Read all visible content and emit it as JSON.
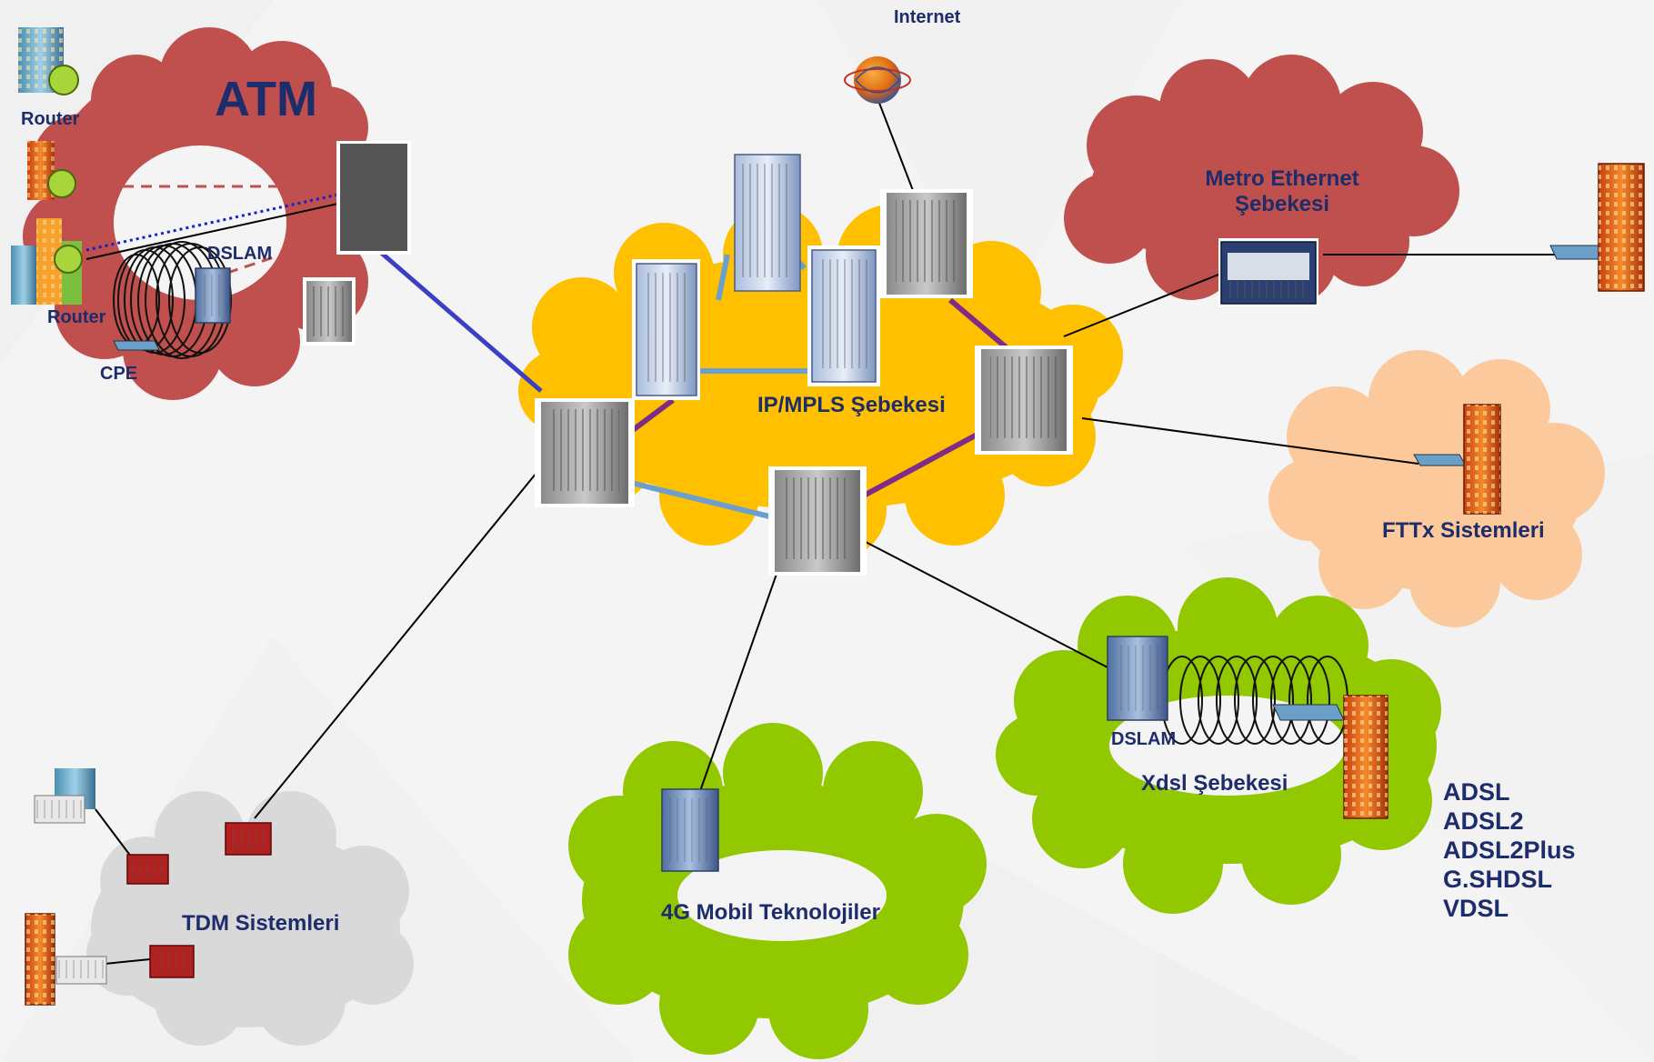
{
  "labels": {
    "internet": "Internet",
    "atm": "ATM",
    "router_top": "Router",
    "router_bottom": "Router",
    "dslam_atm": "DSLAM",
    "cpe": "CPE",
    "metro_ethernet_line1": "Metro Ethernet",
    "metro_ethernet_line2": "Şebekesi",
    "ip_mpls": "IP/MPLS Şebekesi",
    "fttx": "FTTx Sistemleri",
    "dslam_xdsl": "DSLAM",
    "xdsl": "Xdsl Şebekesi",
    "tdm": "TDM Sistemleri",
    "mobile_4g": "4G Mobil Teknolojiler"
  },
  "xdsl_technologies": [
    "ADSL",
    "ADSL2",
    "ADSL2Plus",
    "G.SHDSL",
    "VDSL"
  ],
  "colors": {
    "atm_cloud": "#c0504d",
    "metro_cloud": "#c0504d",
    "ip_mpls_cloud": "#ffc000",
    "fttx_cloud": "#fcc99c",
    "xdsl_cloud": "#92c800",
    "mobile_cloud": "#92c800",
    "tdm_cloud": "#d9d9d9",
    "label_text": "#1d2c6b",
    "purple_link": "#7f2c88",
    "blue_link": "#6b9fd0",
    "atm_uplink": "#3b3fc4"
  }
}
